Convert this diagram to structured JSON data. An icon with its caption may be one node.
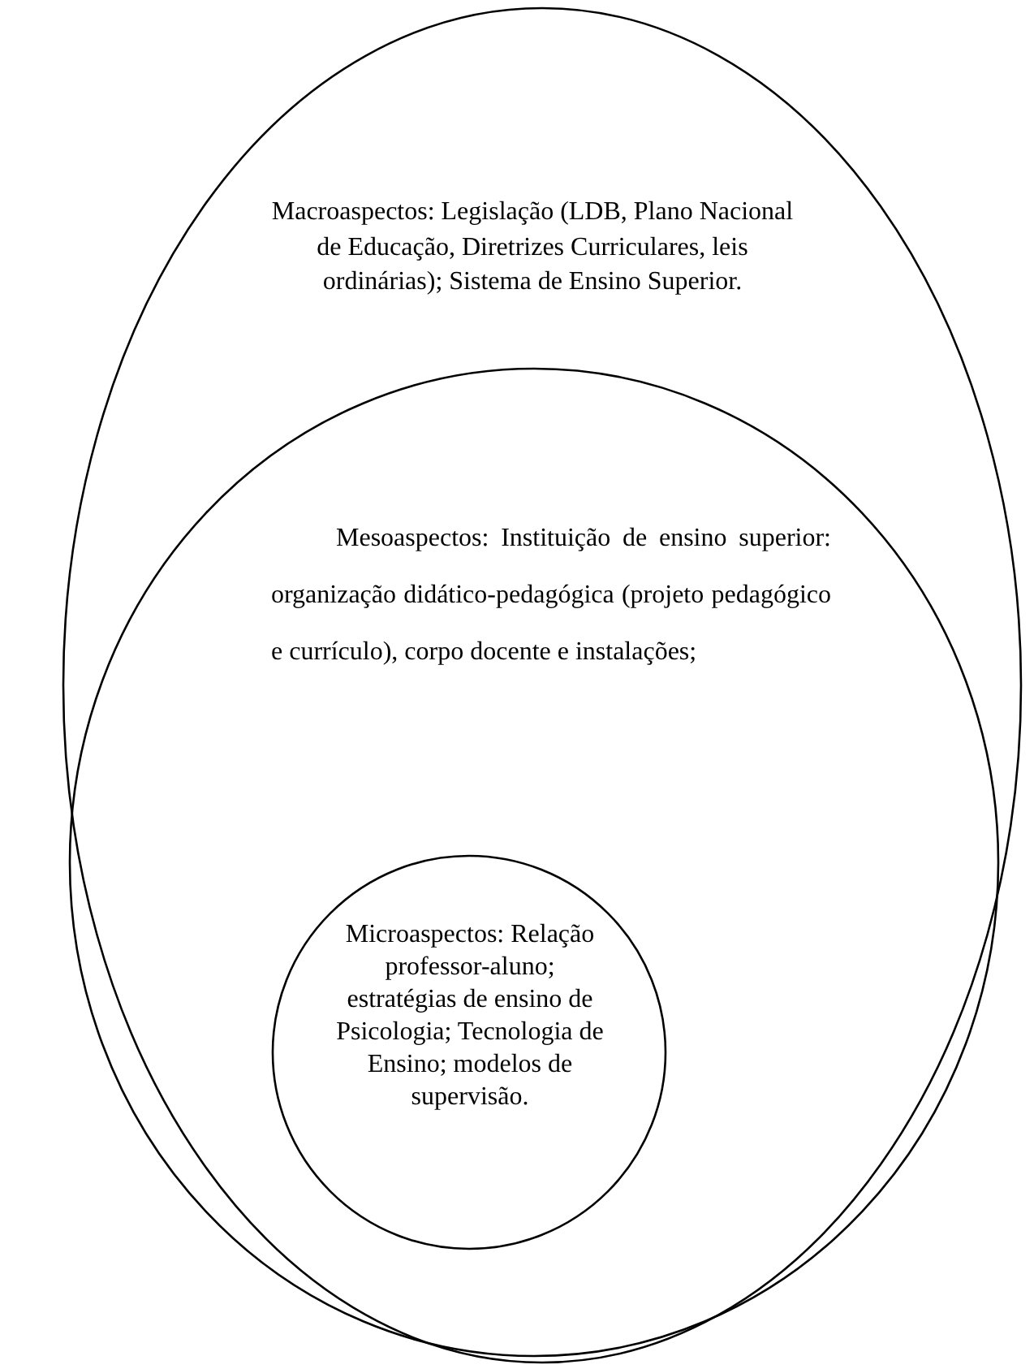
{
  "diagram": {
    "nodes": [
      {
        "text": [
          "Macroaspectos: Legislação (LDB, Plano Nacional de Educação, Diretrizes Curriculares, leis ordinárias); Sistema de Ensino Superior."
        ]
      },
      {
        "text": [
          "Mesoaspectos: Instituição de ensino superior: organização didático-pedagógica (projeto pedagógico e currículo), corpo docente e instalações;"
        ],
        "in": 0
      },
      {
        "text": [
          "Microaspectos: Relação professor-aluno; estratégias de ensino de Psicologia; Tecnologia de Ensino; modelos de supervisão."
        ],
        "in": 1
      }
    ]
  }
}
